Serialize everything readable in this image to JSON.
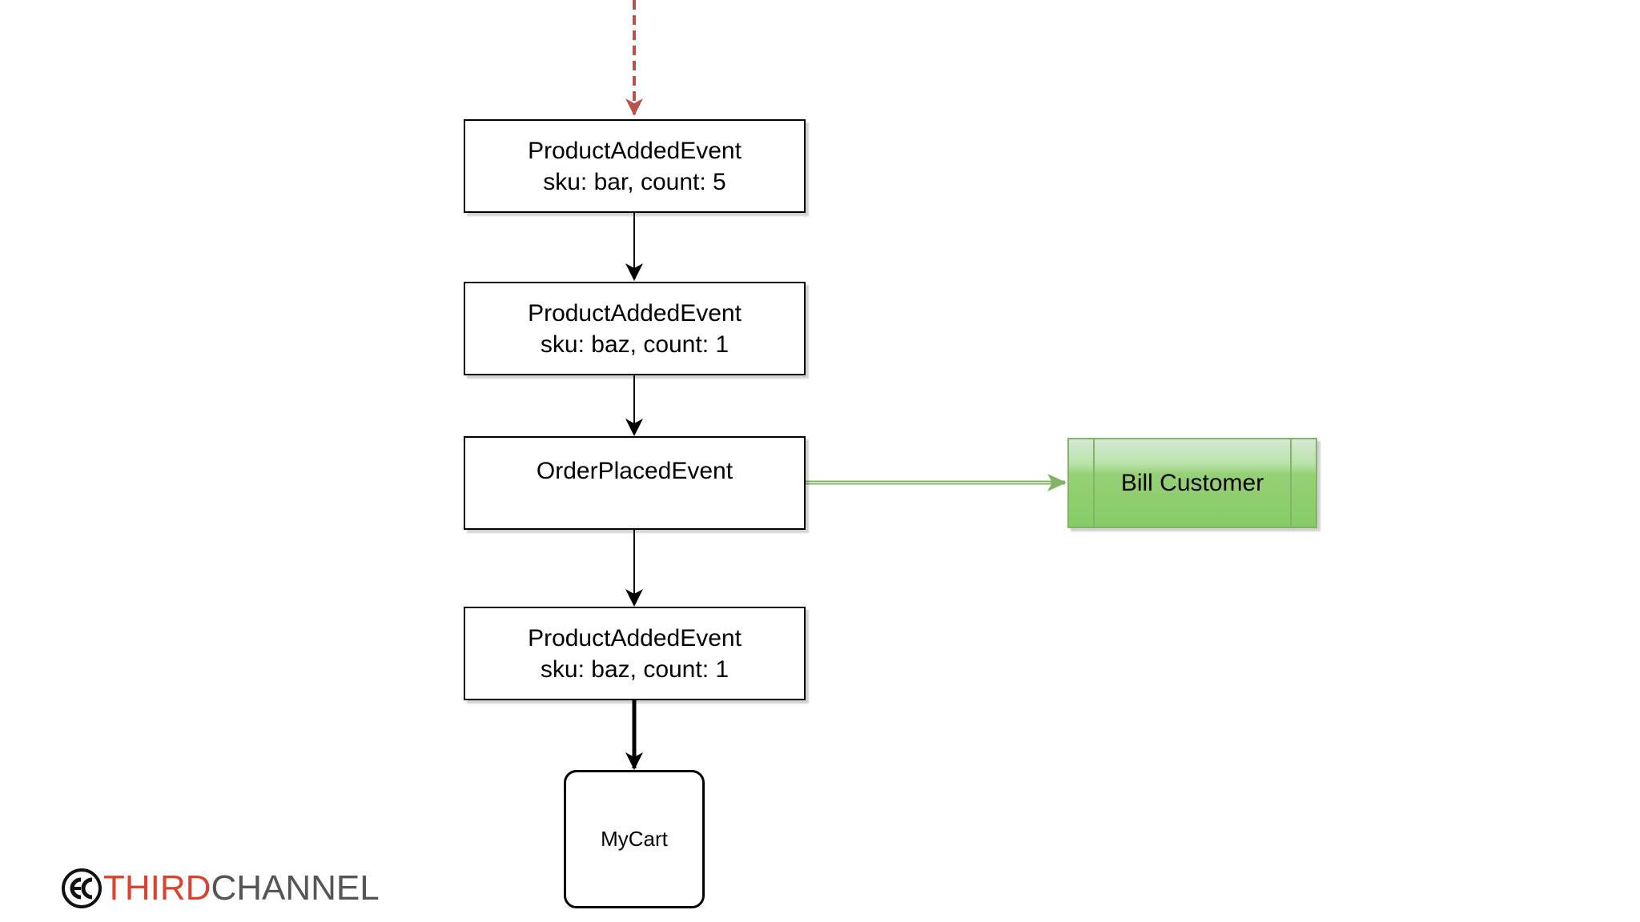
{
  "nodes": {
    "event1": {
      "title": "ProductAddedEvent",
      "detail": "sku: bar, count: 5"
    },
    "event2": {
      "title": "ProductAddedEvent",
      "detail": "sku: baz, count: 1"
    },
    "event3": {
      "title": "OrderPlacedEvent"
    },
    "event4": {
      "title": "ProductAddedEvent",
      "detail": "sku: baz, count: 1"
    },
    "bill_customer": {
      "label": "Bill Customer"
    },
    "my_cart": {
      "label": "MyCart"
    }
  },
  "logo": {
    "part1": "THIRD",
    "part2": "CHANNEL"
  },
  "colors": {
    "incoming_arrow": "#b85450",
    "process_fill": "#97d077",
    "process_border": "#82b366",
    "logo_accent": "#d9442e",
    "logo_gray": "#555555"
  }
}
